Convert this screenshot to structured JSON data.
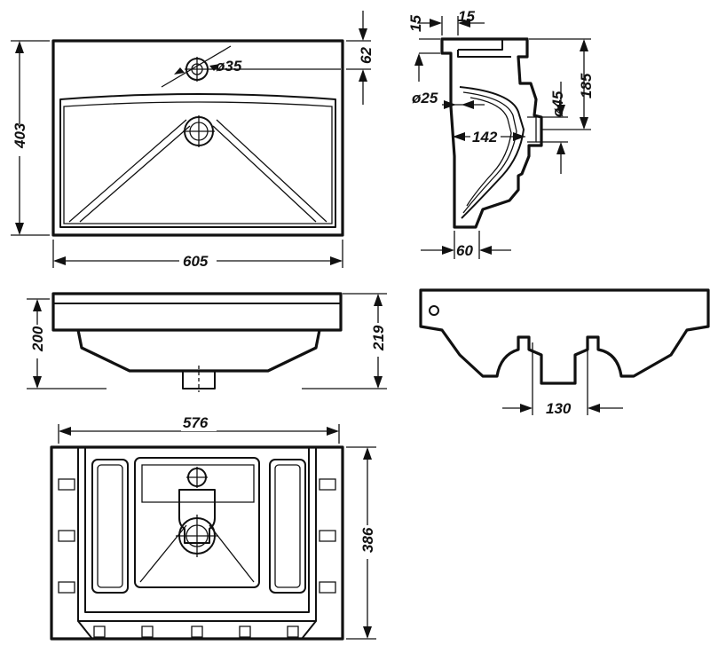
{
  "drawing": {
    "views": [
      "top-view",
      "side-section",
      "front-elevation",
      "rear-elevation",
      "bottom-view"
    ]
  },
  "dimensions": {
    "width_top": "605",
    "depth_top": "403",
    "tap_hole_diameter": "ø35",
    "tap_hole_offset": "62",
    "rim_thickness_a": "15",
    "rim_thickness_b": "15",
    "waste_diameter": "ø25",
    "overflow_diameter": "ø45",
    "overflow_height": "185",
    "waste_offset": "142",
    "base_depth": "60",
    "bowl_height": "200",
    "overall_height": "219",
    "base_width": "130",
    "bottom_width": "576",
    "bottom_depth": "386"
  }
}
